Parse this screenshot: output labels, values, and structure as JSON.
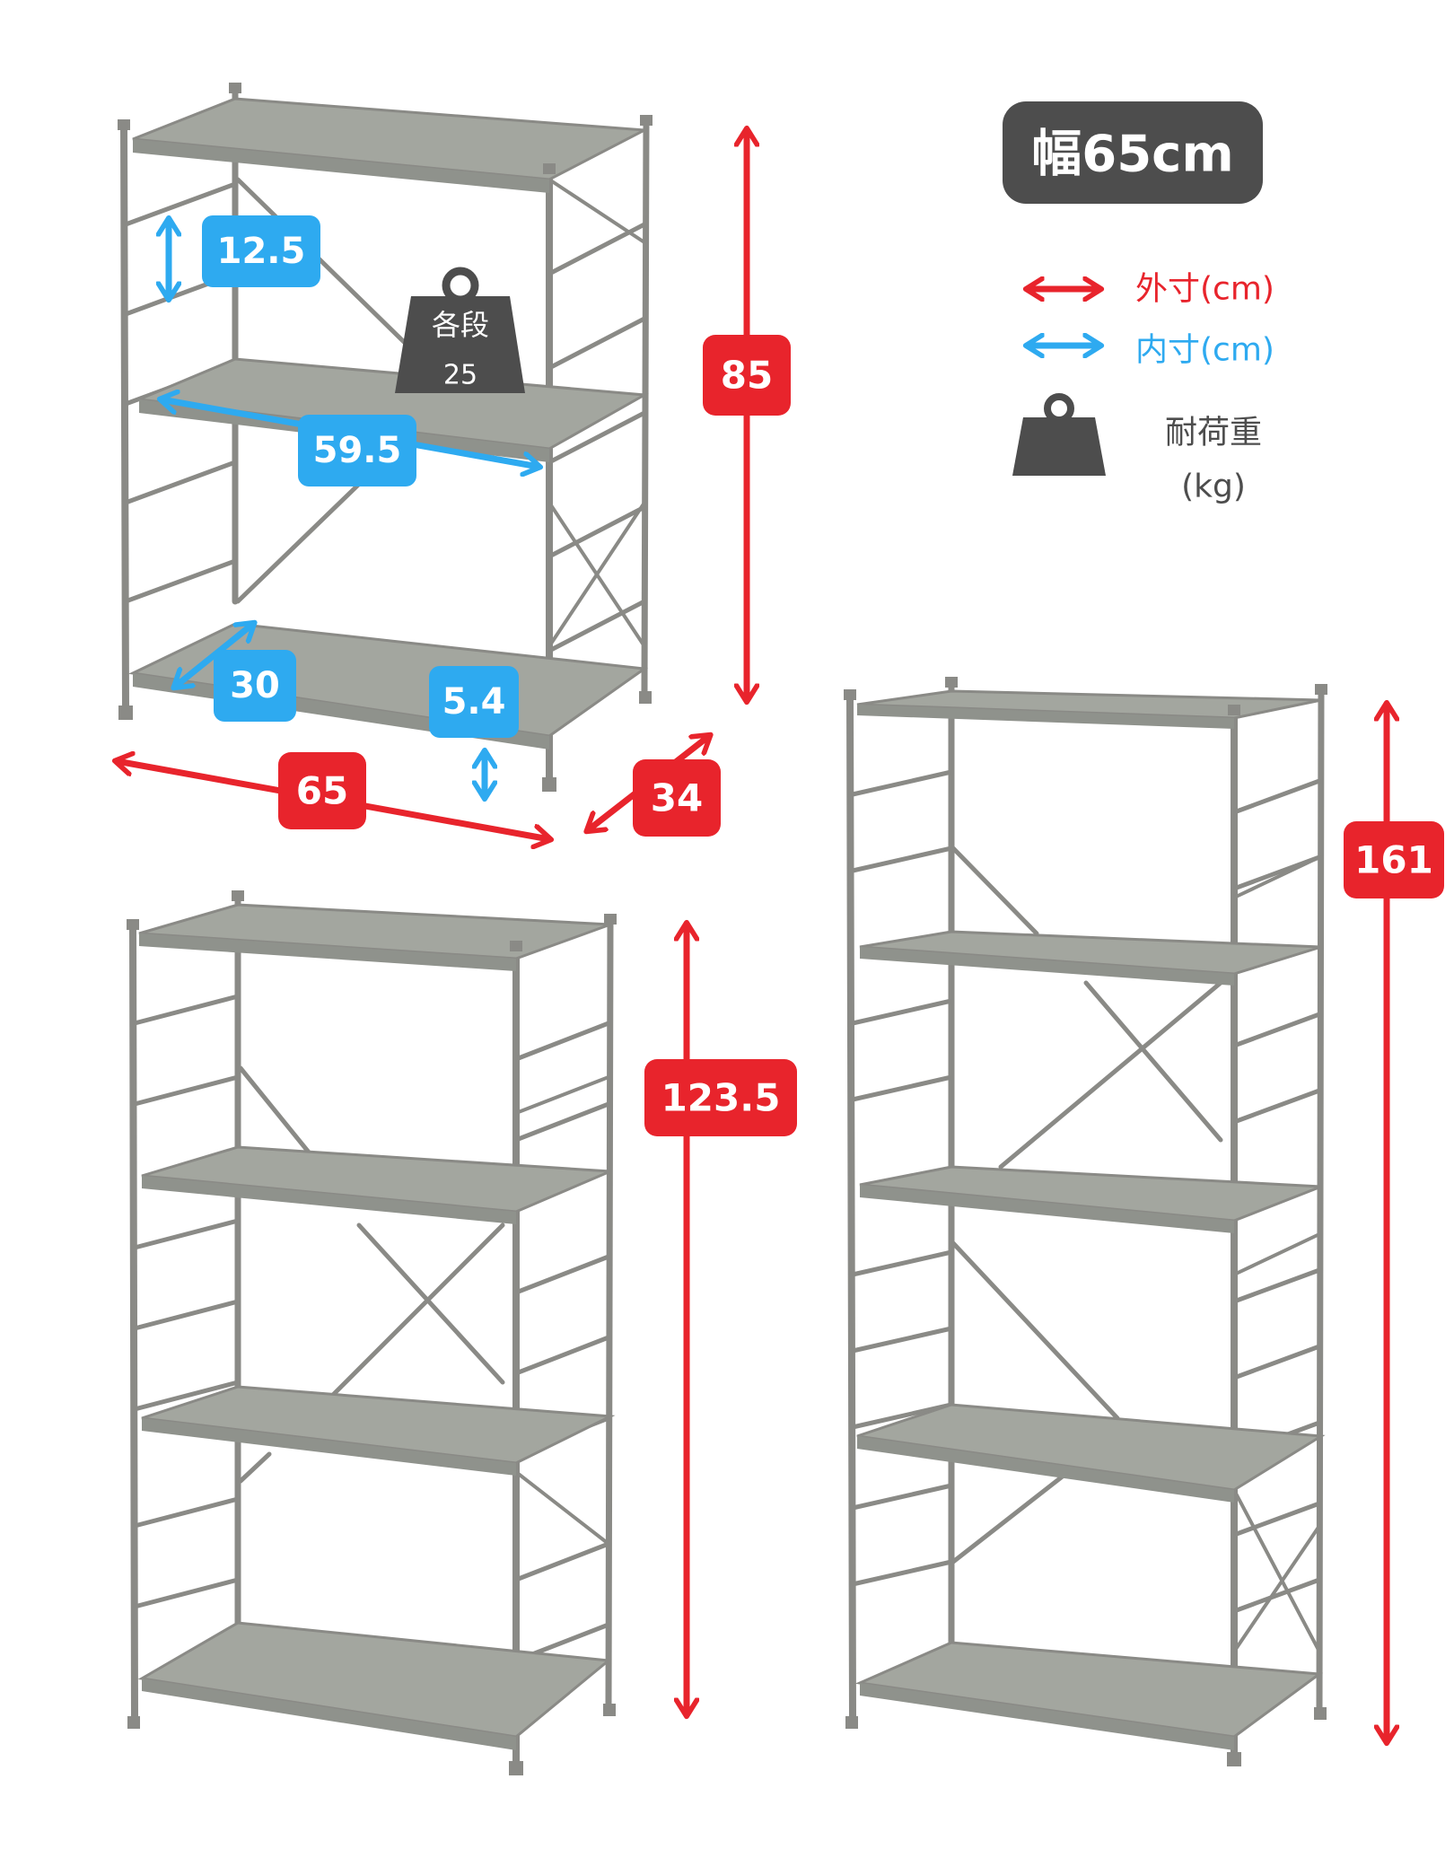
{
  "badge": {
    "text": "幅65cm"
  },
  "legend": {
    "outer_label": "外寸(cm)",
    "inner_label": "内寸(cm)",
    "load_label_line1": "耐荷重",
    "load_label_line2": "(kg)"
  },
  "weight_badge": {
    "line1": "各段",
    "line2": "25"
  },
  "dimensions": {
    "small_height": "85",
    "width": "65",
    "depth": "34",
    "shelf_gap": "12.5",
    "inner_width": "59.5",
    "inner_depth": "30",
    "floor_clearance": "5.4",
    "medium_height": "123.5",
    "tall_height": "161"
  },
  "colors": {
    "outer": "#e8242c",
    "inner": "#2eaaf0",
    "dark_badge": "#4d4d4d",
    "shelf": "#9ea19b",
    "frame": "#8a8a86"
  },
  "shelves": [
    {
      "name": "3-tier",
      "tiers": 3
    },
    {
      "name": "4-tier",
      "tiers": 4
    },
    {
      "name": "5-tier",
      "tiers": 5
    }
  ]
}
